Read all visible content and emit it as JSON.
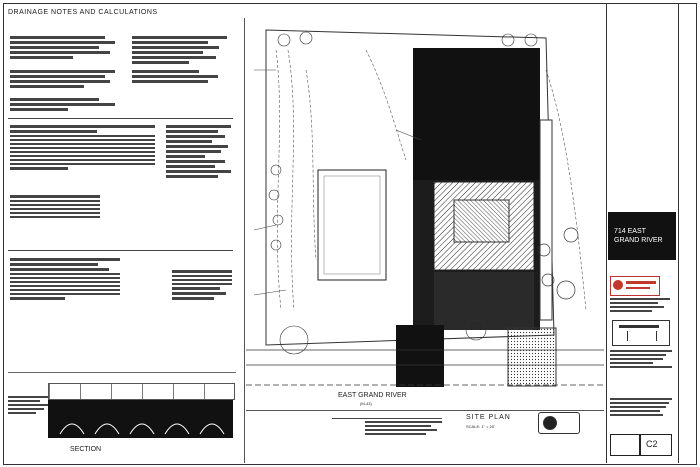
{
  "sheet": {
    "notes_title": "DRAINAGE NOTES AND CALCULATIONS",
    "street_label": "EAST GRAND RIVER",
    "street_sub": "(M-43)",
    "site_plan_title": "SITE PLAN",
    "site_plan_scale": "SCALE: 1\" = 20'",
    "section_title": "SECTION",
    "project_address_line1": "714 EAST",
    "project_address_line2": "GRAND RIVER",
    "sheet_number": "C2"
  }
}
